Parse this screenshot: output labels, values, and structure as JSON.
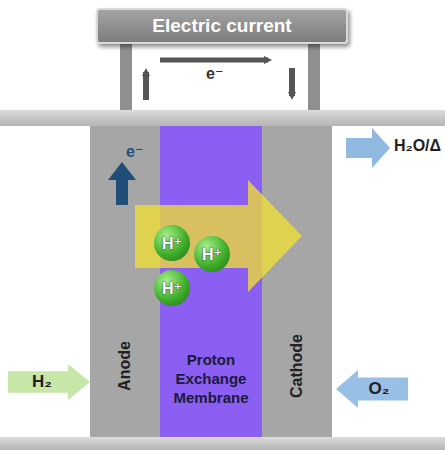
{
  "diagram": {
    "nodes": [
      {
        "text": [
          "Electric current"
        ]
      },
      {
        "text": [
          "Anode"
        ]
      },
      {
        "text": [
          "Proton Exchange Membrane"
        ]
      },
      {
        "text": [
          "Cathode"
        ]
      },
      {
        "text": [
          "H⁺"
        ]
      },
      {
        "text": [
          "H⁺"
        ]
      },
      {
        "text": [
          "H⁺"
        ]
      },
      {
        "text": [
          "H₂"
        ]
      },
      {
        "text": [
          "O₂"
        ]
      }
    ],
    "edges": [],
    "labels": [
      "e⁻",
      "e⁻",
      "H₂O/Δ"
    ]
  }
}
